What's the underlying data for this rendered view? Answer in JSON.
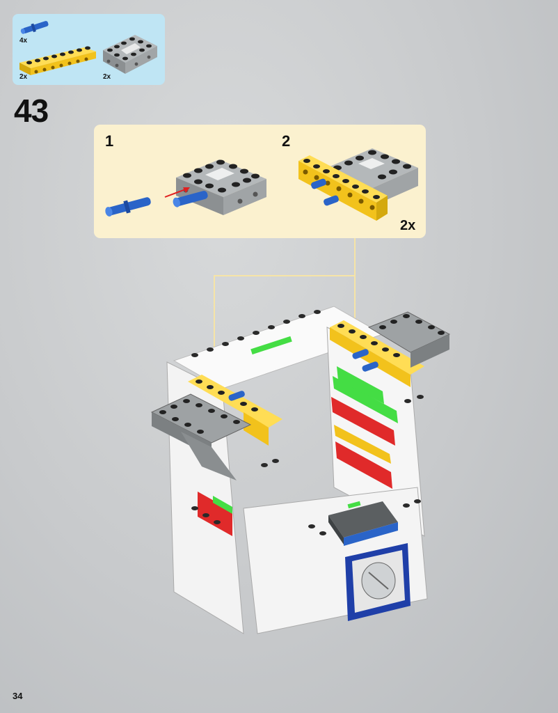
{
  "parts_list": {
    "items": [
      {
        "part": "blue-axle-pin-icon",
        "quantity": "4x",
        "color": "#2a64c8"
      },
      {
        "part": "yellow-technic-beam-icon",
        "quantity": "2x",
        "color": "#f2c21c"
      },
      {
        "part": "gray-technic-frame-icon",
        "quantity": "2x",
        "color": "#9a9fa1"
      }
    ]
  },
  "step": {
    "number": "43"
  },
  "substeps": [
    {
      "label": "1"
    },
    {
      "label": "2",
      "multiplier": "2x"
    }
  ],
  "colors": {
    "callout_bg": "#bfe5f4",
    "substep_bg": "#fbf1cf",
    "guide_line": "#f6e4a6",
    "arrow": "#e02020"
  },
  "page": {
    "number": "34"
  }
}
